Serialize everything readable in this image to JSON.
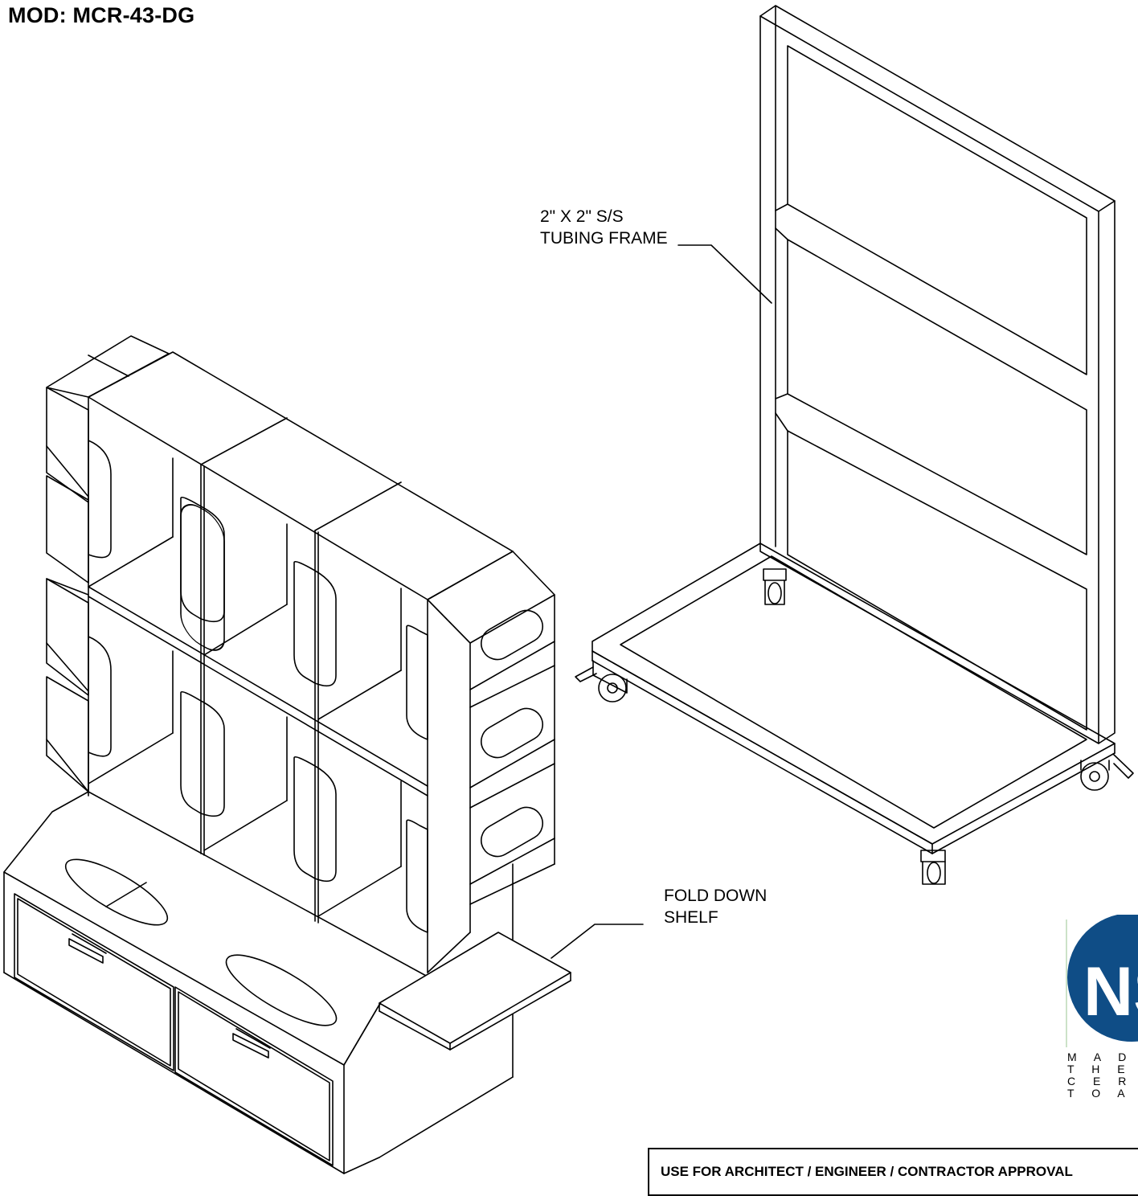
{
  "header": {
    "model": "MOD: MCR-43-DG"
  },
  "callouts": {
    "frame": {
      "line1": "2\" X 2\" S/S",
      "line2": "TUBING FRAME"
    },
    "shelf": {
      "line1": "FOLD DOWN",
      "line2": "SHELF"
    }
  },
  "certification": {
    "logo_text": "NS",
    "line1": "M A D E",
    "line2": "T H E  U",
    "line3": "C E R T I",
    "line4": "T O   A"
  },
  "footer": {
    "approval_text": "USE FOR ARCHITECT / ENGINEER / CONTRACTOR APPROVAL"
  },
  "colors": {
    "logo_blue": "#0f4d86",
    "line": "#000000",
    "background": "#ffffff"
  }
}
